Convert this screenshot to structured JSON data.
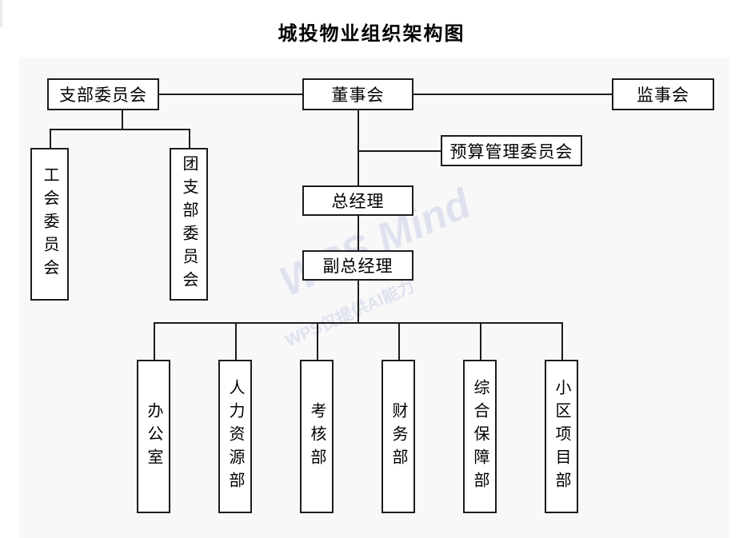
{
  "page": {
    "title": "城投物业组织架构图",
    "background": "#ffffff",
    "canvas_background": "#f8f8f9",
    "line_color": "#1c1c1c",
    "box_border_color": "#1c1c1c"
  },
  "watermark": {
    "main": "WPS Mind",
    "sub": "WPS仅提供AI能力",
    "color": "#dfe2ee"
  },
  "chart_data": {
    "type": "diagram",
    "title": "城投物业组织架构图",
    "orientation": "top-down",
    "nodes": [
      {
        "id": "party_branch",
        "label": "支部委员会",
        "orientation": "horizontal",
        "level": 0
      },
      {
        "id": "board",
        "label": "董事会",
        "orientation": "horizontal",
        "level": 0
      },
      {
        "id": "supervisory",
        "label": "监事会",
        "orientation": "horizontal",
        "level": 0
      },
      {
        "id": "budget_committee",
        "label": "预算管理委员会",
        "orientation": "horizontal",
        "level": 1
      },
      {
        "id": "union",
        "label": "工会委员会",
        "orientation": "vertical",
        "level": 1
      },
      {
        "id": "youth_branch",
        "label": "团支部委员会",
        "orientation": "vertical",
        "level": 1
      },
      {
        "id": "general_manager",
        "label": "总经理",
        "orientation": "horizontal",
        "level": 2
      },
      {
        "id": "deputy_general_manager",
        "label": "副总经理",
        "orientation": "horizontal",
        "level": 3
      },
      {
        "id": "office",
        "label": "办公室",
        "orientation": "vertical",
        "level": 4
      },
      {
        "id": "hr",
        "label": "人力资源部",
        "orientation": "vertical",
        "level": 4
      },
      {
        "id": "assessment",
        "label": "考核部",
        "orientation": "vertical",
        "level": 4
      },
      {
        "id": "finance",
        "label": "财务部",
        "orientation": "vertical",
        "level": 4
      },
      {
        "id": "support",
        "label": "综合保障部",
        "orientation": "vertical",
        "level": 4
      },
      {
        "id": "community_project",
        "label": "小区项目部",
        "orientation": "vertical",
        "level": 4
      }
    ],
    "edges": [
      {
        "from": "party_branch",
        "to": "board"
      },
      {
        "from": "board",
        "to": "supervisory"
      },
      {
        "from": "board",
        "to": "budget_committee"
      },
      {
        "from": "board",
        "to": "general_manager"
      },
      {
        "from": "party_branch",
        "to": "union"
      },
      {
        "from": "party_branch",
        "to": "youth_branch"
      },
      {
        "from": "general_manager",
        "to": "deputy_general_manager"
      },
      {
        "from": "deputy_general_manager",
        "to": "office"
      },
      {
        "from": "deputy_general_manager",
        "to": "hr"
      },
      {
        "from": "deputy_general_manager",
        "to": "assessment"
      },
      {
        "from": "deputy_general_manager",
        "to": "finance"
      },
      {
        "from": "deputy_general_manager",
        "to": "support"
      },
      {
        "from": "deputy_general_manager",
        "to": "community_project"
      }
    ]
  }
}
